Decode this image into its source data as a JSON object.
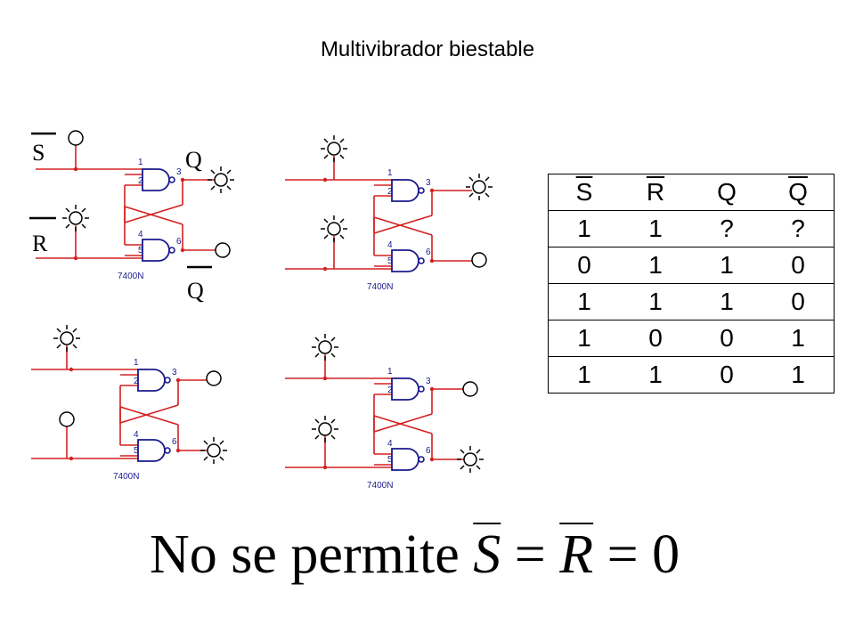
{
  "title": "Multivibrador biestable",
  "labels": {
    "s": "S",
    "r": "R",
    "q": "Q",
    "qbar": "Q"
  },
  "chip": "7400N",
  "pins": [
    "1",
    "2",
    "3",
    "4",
    "5",
    "6"
  ],
  "table": {
    "headers": [
      "S",
      "R",
      "Q",
      "Q"
    ],
    "rows": [
      [
        "1",
        "1",
        "?",
        "?"
      ],
      [
        "0",
        "1",
        "1",
        "0"
      ],
      [
        "1",
        "1",
        "1",
        "0"
      ],
      [
        "1",
        "0",
        "0",
        "1"
      ],
      [
        "1",
        "1",
        "0",
        "1"
      ]
    ]
  },
  "note": {
    "text": "No se permite",
    "s": "S",
    "eq1": "=",
    "r": "R",
    "eq2": "=",
    "zero": "0"
  },
  "colors": {
    "wire": "#d42020",
    "gate": "#1a1a8c"
  }
}
